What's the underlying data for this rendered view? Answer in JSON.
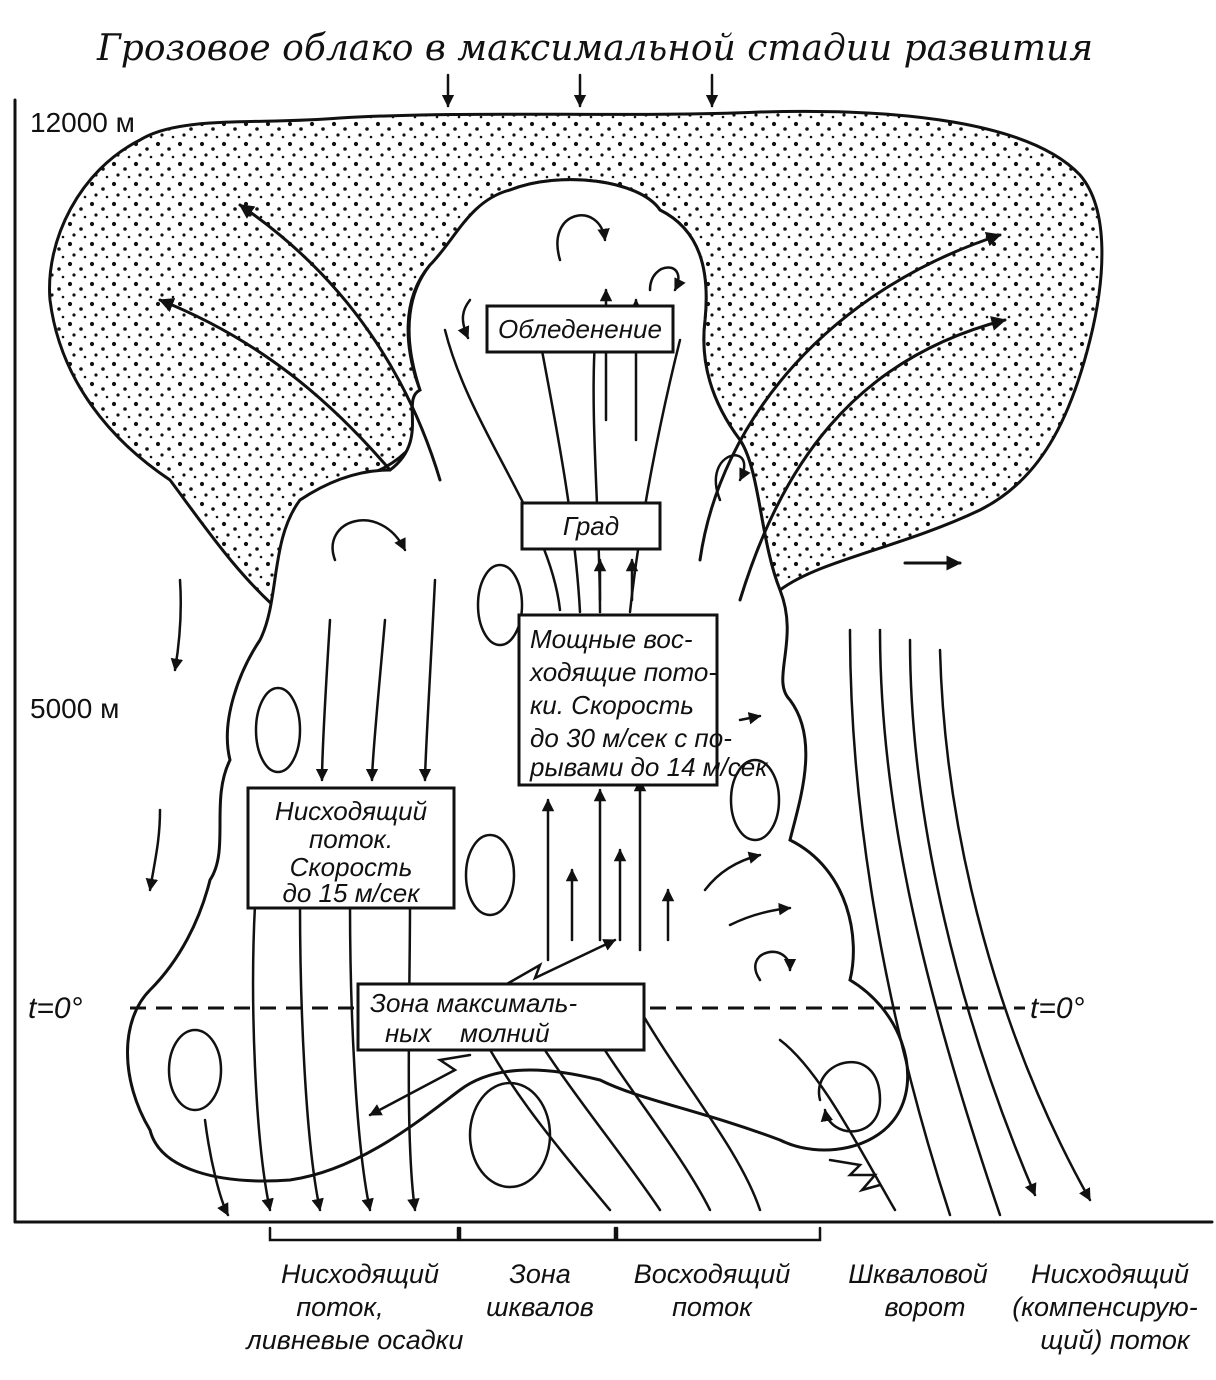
{
  "diagram": {
    "title": "Грозовое облако в максимальной стадии развития",
    "altitudes": {
      "top": "12000 м",
      "mid": "5000 м"
    },
    "isotherm": {
      "left": "t=0°",
      "right": "t=0°"
    },
    "boxes": {
      "icing": "Обледенение",
      "hail": "Град",
      "updraft": [
        "Мощные вос-",
        "ходящие пото-",
        "ки. Скорость",
        "до 30 м/сек с по-",
        "рывами до 14 м/сек"
      ],
      "downdraft": [
        "Нисходящий",
        "поток.",
        "Скорость",
        "до 15 м/сек"
      ],
      "lightning": [
        "Зона максималь-",
        "ных",
        "молний"
      ]
    },
    "ground_labels": {
      "downdraft_rain": [
        "Нисходящий",
        "поток,",
        "ливневые осадки"
      ],
      "squall_zone": [
        "Зона",
        "шквалов"
      ],
      "updraft": [
        "Восходящий",
        "поток"
      ],
      "squall_collar": [
        "Шкваловой",
        "ворот"
      ],
      "compensating": [
        "Нисходящий",
        "(компенсирую-",
        "щий) поток"
      ]
    }
  }
}
